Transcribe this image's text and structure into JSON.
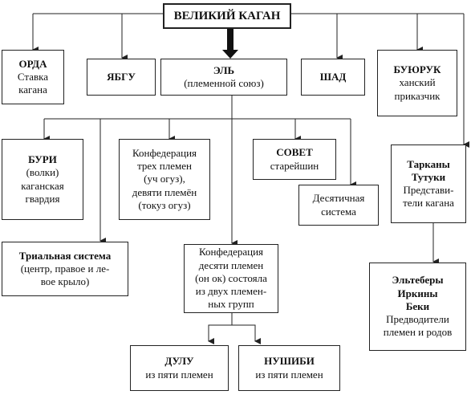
{
  "nodes": {
    "kagan": {
      "title": "ВЕЛИКИЙ КАГАН"
    },
    "orda": {
      "title": "ОРДА",
      "lines": [
        "Ставка",
        "кагана"
      ]
    },
    "yabgu": {
      "title": "ЯБГУ"
    },
    "el": {
      "title": "ЭЛЬ",
      "lines": [
        "(племенной союз)"
      ]
    },
    "shad": {
      "title": "ШАД"
    },
    "buyuruk": {
      "title": "БУЮРУК",
      "lines": [
        "ханский",
        "приказчик"
      ]
    },
    "buri": {
      "title": "БУРИ",
      "lines": [
        "(волки)",
        "каганская",
        "гвардия"
      ]
    },
    "conf3": {
      "lines": [
        "Конфедерация",
        "трех племен",
        "(уч огуз),",
        "девяти племён",
        "(токуз огуз)"
      ]
    },
    "sovet": {
      "title": "СОВЕТ",
      "lines": [
        "старейшин"
      ]
    },
    "decimal": {
      "lines": [
        "Десятичная",
        "система"
      ]
    },
    "tarkany": {
      "title_lines": [
        "Тарканы",
        "Тутуки"
      ],
      "lines": [
        "Представи-",
        "тели кагана"
      ]
    },
    "trial": {
      "title": "Триальная система",
      "lines": [
        "(центр, правое и ле-",
        "вое крыло)"
      ]
    },
    "conf10": {
      "lines": [
        "Конфедерация",
        "десяти племен",
        "(он ок) состояла",
        "из двух племен-",
        "ных групп"
      ]
    },
    "elteber": {
      "title_lines": [
        "Эльтеберы",
        "Иркины",
        "Беки"
      ],
      "lines": [
        "Предводители",
        "племен и родов"
      ]
    },
    "dulu": {
      "title": "ДУЛУ",
      "lines": [
        "из пяти племен"
      ]
    },
    "nushibi": {
      "title": "НУШИБИ",
      "lines": [
        "из пяти племен"
      ]
    }
  }
}
